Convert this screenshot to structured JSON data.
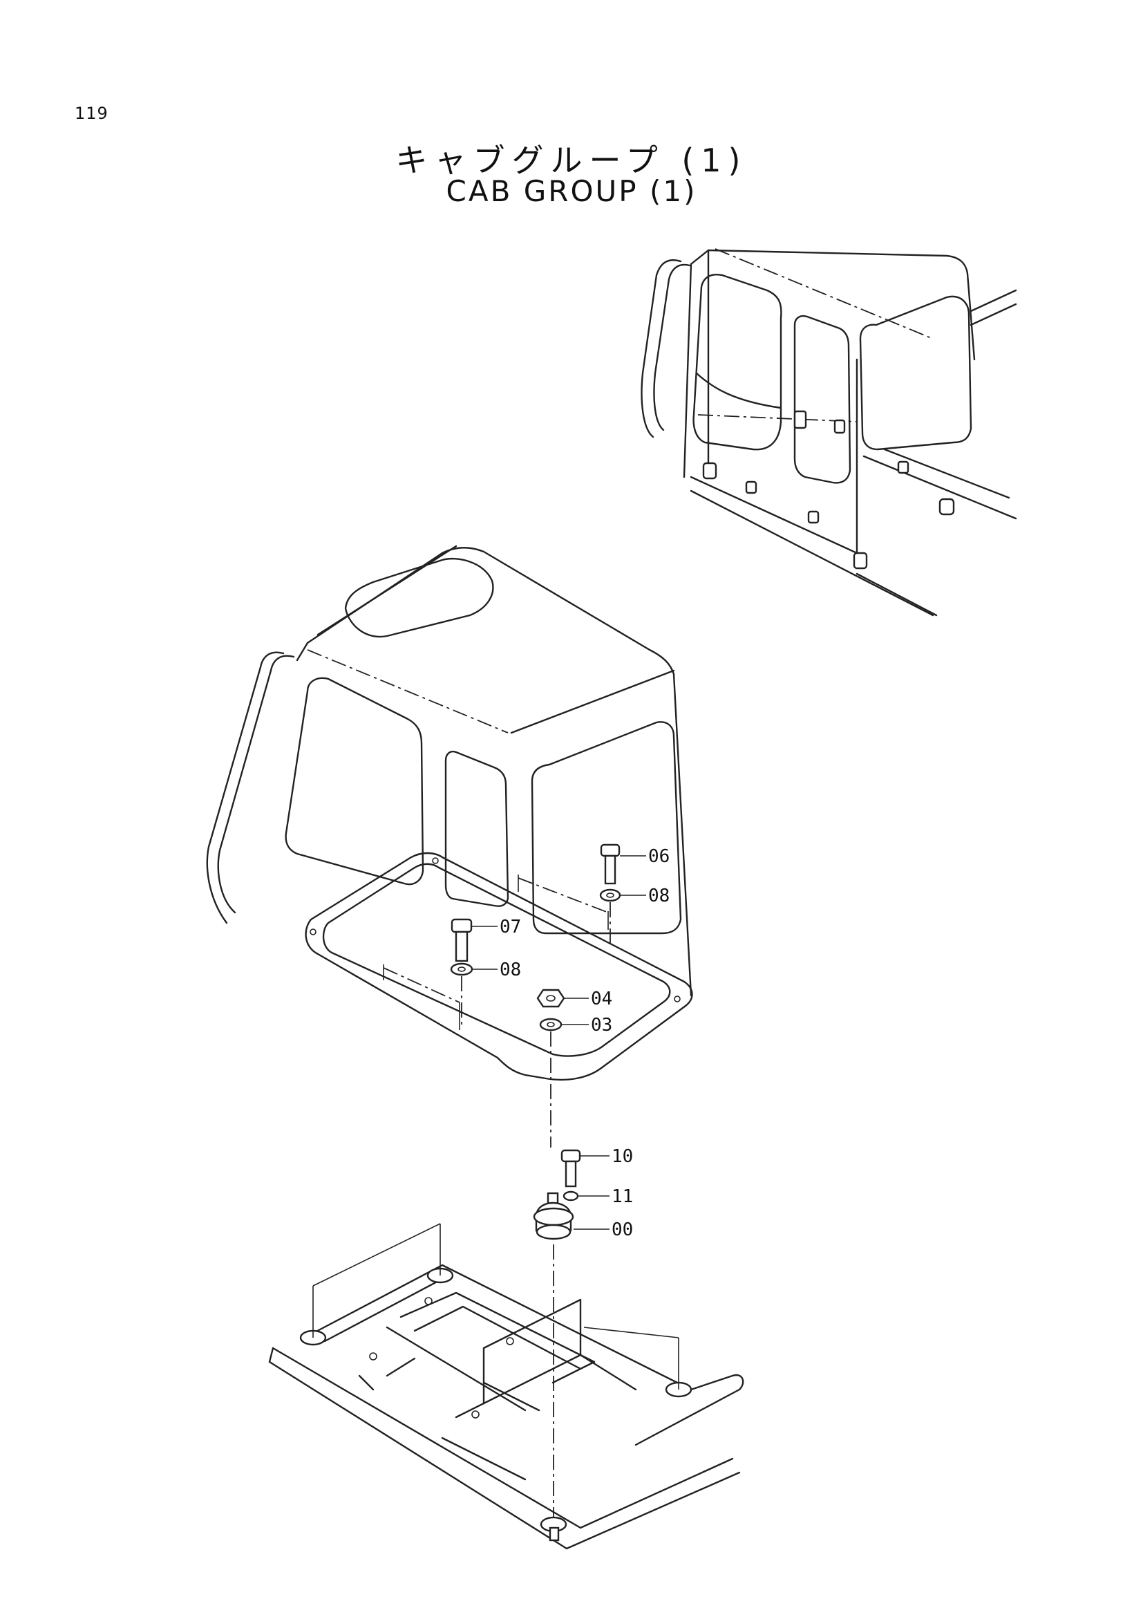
{
  "page": {
    "number": "119",
    "title_jp": "キャブグループ (1)",
    "title_en": "CAB GROUP (1)"
  },
  "callouts": [
    {
      "id": "06",
      "label": "06"
    },
    {
      "id": "08a",
      "label": "08"
    },
    {
      "id": "07",
      "label": "07"
    },
    {
      "id": "08b",
      "label": "08"
    },
    {
      "id": "04",
      "label": "04"
    },
    {
      "id": "03",
      "label": "03"
    },
    {
      "id": "10",
      "label": "10"
    },
    {
      "id": "11",
      "label": "11"
    },
    {
      "id": "00",
      "label": "00"
    }
  ]
}
